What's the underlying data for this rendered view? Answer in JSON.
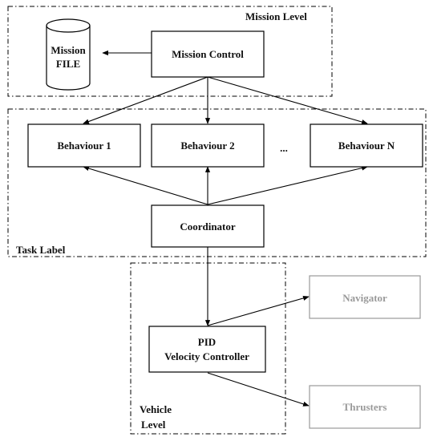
{
  "regions": {
    "mission": "Mission Level",
    "task": "Task Label",
    "vehicle_line1": "Vehicle",
    "vehicle_line2": "Level"
  },
  "nodes": {
    "mission_file_line1": "Mission",
    "mission_file_line2": "FILE",
    "mission_control": "Mission Control",
    "behaviour_1": "Behaviour 1",
    "behaviour_2": "Behaviour 2",
    "ellipsis": "...",
    "behaviour_n": "Behaviour N",
    "coordinator": "Coordinator",
    "pid_line1": "PID",
    "pid_line2": "Velocity Controller",
    "navigator": "Navigator",
    "thrusters": "Thrusters"
  },
  "colors": {
    "line": "#000000",
    "inactive": "#9a9a9a"
  }
}
